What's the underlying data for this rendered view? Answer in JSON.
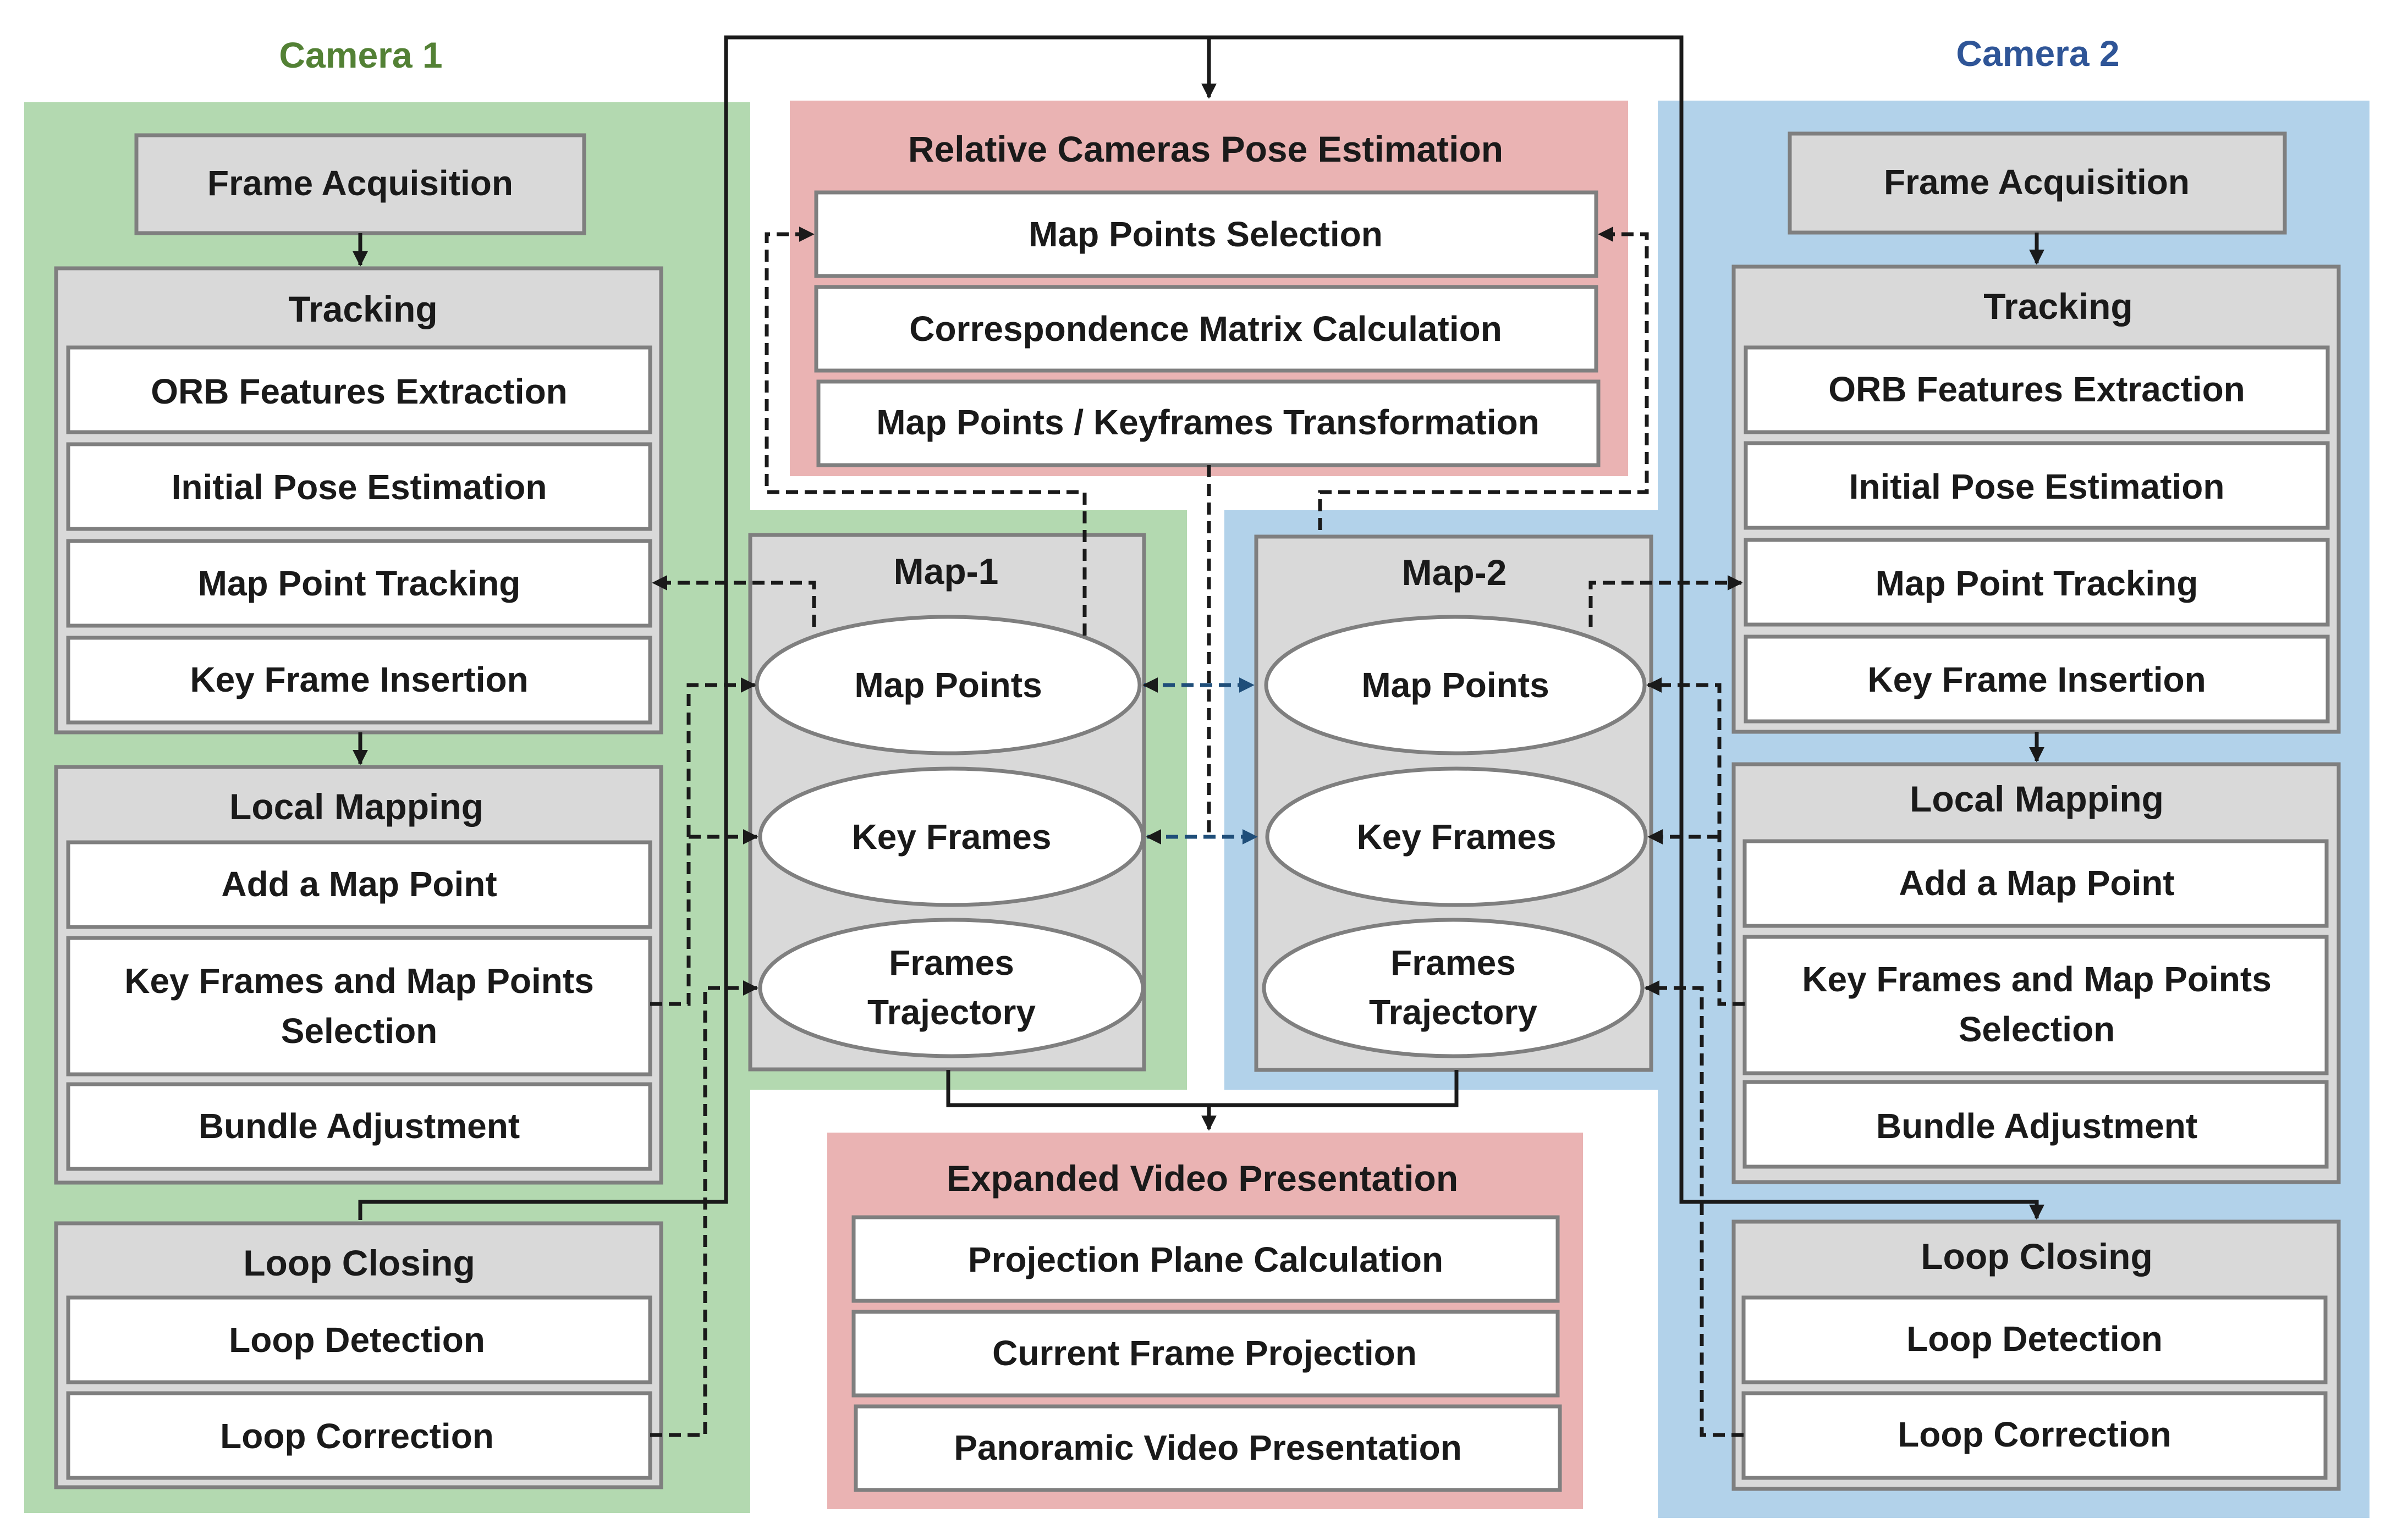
{
  "colors": {
    "camera1_region": "#b3d9b0",
    "camera2_region": "#b2d2ea",
    "center_module": "#eab3b3",
    "module_box": "#d9d9d9",
    "item_box": "#ffffff",
    "border": "#7f7f7f",
    "camera1_label": "#538135",
    "camera2_label": "#2f5597"
  },
  "camera1": {
    "label": "Camera 1",
    "frame_acquisition": "Frame Acquisition",
    "tracking": {
      "title": "Tracking",
      "items": [
        "ORB Features Extraction",
        "Initial Pose Estimation",
        "Map Point Tracking",
        "Key Frame Insertion"
      ]
    },
    "local_mapping": {
      "title": "Local Mapping",
      "items": [
        "Add a Map Point",
        "Key Frames and Map Points",
        "Selection",
        "Bundle Adjustment"
      ]
    },
    "loop_closing": {
      "title": "Loop Closing",
      "items": [
        "Loop Detection",
        "Loop Correction"
      ]
    }
  },
  "camera2": {
    "label": "Camera 2",
    "frame_acquisition": "Frame Acquisition",
    "tracking": {
      "title": "Tracking",
      "items": [
        "ORB Features Extraction",
        "Initial Pose Estimation",
        "Map Point Tracking",
        "Key Frame Insertion"
      ]
    },
    "local_mapping": {
      "title": "Local Mapping",
      "items": [
        "Add a Map Point",
        "Key Frames and Map Points",
        "Selection",
        "Bundle Adjustment"
      ]
    },
    "loop_closing": {
      "title": "Loop Closing",
      "items": [
        "Loop Detection",
        "Loop Correction"
      ]
    }
  },
  "map1": {
    "title": "Map-1",
    "items": [
      "Map Points",
      "Key Frames",
      "Frames",
      "Trajectory"
    ]
  },
  "map2": {
    "title": "Map-2",
    "items": [
      "Map Points",
      "Key Frames",
      "Frames",
      "Trajectory"
    ]
  },
  "pose_estimation": {
    "title": "Relative Cameras Pose Estimation",
    "items": [
      "Map Points Selection",
      "Correspondence Matrix Calculation",
      "Map Points / Keyframes Transformation"
    ]
  },
  "video_presentation": {
    "title": "Expanded Video Presentation",
    "items": [
      "Projection Plane Calculation",
      "Current Frame Projection",
      "Panoramic Video Presentation"
    ]
  }
}
